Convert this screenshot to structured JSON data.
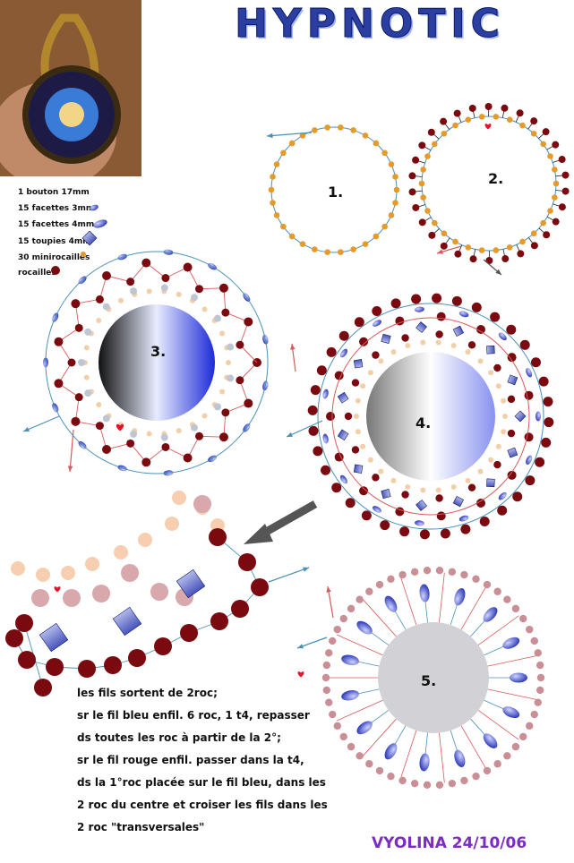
{
  "title": "HYPNOTIC",
  "materials": [
    {
      "text": "1 bouton 17mm",
      "swatch": "none"
    },
    {
      "text": "15 facettes 3mm",
      "swatch": "oval-blue"
    },
    {
      "text": "15 facettes 4mm",
      "swatch": "oval-blue-big"
    },
    {
      "text": "15 toupies 4mm",
      "swatch": "bicone-blue"
    },
    {
      "text": "30 minirocailles",
      "swatch": "dot-orange"
    },
    {
      "text": "rocailles",
      "swatch": "dot-red"
    }
  ],
  "steps": [
    "1.",
    "2.",
    "3.",
    "4.",
    "5."
  ],
  "instructions": [
    "les fils sortent de 2roc;",
    "sr le fil bleu enfil. 6 roc, 1 t4, repasser",
    "ds toutes les roc à partir de la 2°;",
    "sr le fil rouge enfil. passer dans la t4,",
    "ds la 1°roc placée sur le fil bleu, dans les",
    "2 roc du centre et croiser les fils dans les",
    "2 roc \"transversales\""
  ],
  "credit": "VYOLINA 24/10/06",
  "colors": {
    "rocaille": "#7a0a0f",
    "minirocaille": "#e59a2a",
    "facette": "#3b47c8",
    "thread_blue": "#4a90b8",
    "thread_red": "#d85a5a",
    "title": "#2b3fa0",
    "credit": "#7b2cc1"
  }
}
